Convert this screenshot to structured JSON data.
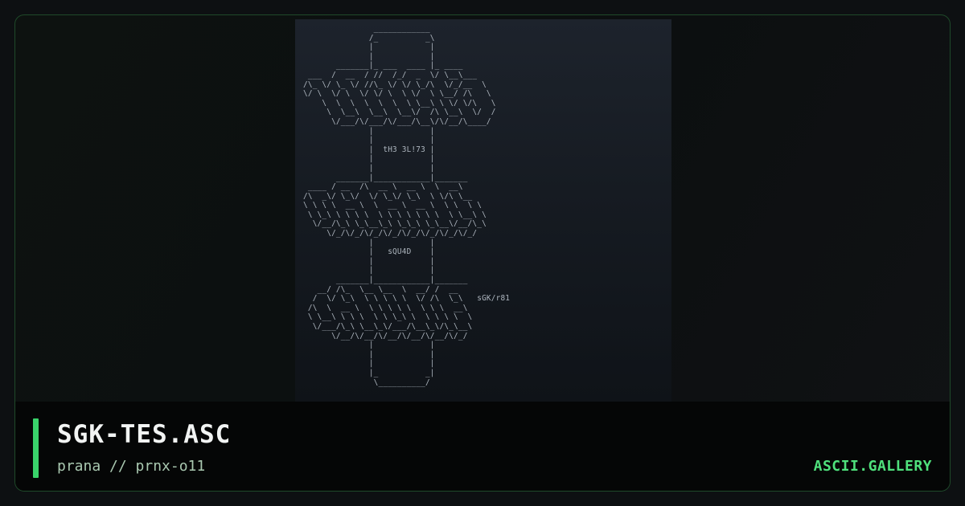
{
  "artwork": {
    "filename": "SGK-TES.ASC",
    "byline": "prana // prnx-o11",
    "ascii_lines": [
      "               ____________",
      "              /_          _\\",
      "              |            |",
      "              |            |",
      "       _______|_ ___  ____ |_ ____",
      " ___  /  __  / //  /_/  _  \\/ \\__\\___",
      "/\\_ \\/ \\_ \\/ //\\_ \\/ \\/ \\_/\\  \\/_/__  \\",
      "\\/ \\  \\/ \\  \\/ \\/ \\  \\ \\/  \\ \\__/ /\\   \\",
      "    \\  \\  \\  \\  \\  \\  \\ \\__\\ \\ \\/ \\/\\   \\",
      "     \\  \\__\\  \\__\\  \\__\\/  /\\ \\__\\  \\/  /",
      "      \\/___/\\/___/\\/___/\\__\\/\\/__/\\____/",
      "              |            |",
      "              |            |",
      "              |  tH3 3L!73 |",
      "              |            |",
      "              |            |",
      "       _______|____________|_______",
      " ____ / __  /\\  __ \\  __ \\  \\  __\\",
      "/\\  _\\/ \\_\\/  \\/ \\_\\/ \\_\\  \\ \\/\\ \\__",
      "\\ \\ \\ \\  __ \\  \\  __ \\  __ \\  \\ \\  \\ \\",
      " \\ \\_\\ \\ \\ \\ \\  \\ \\ \\ \\ \\ \\ \\  \\ \\__\\ \\",
      "  \\/__/\\_\\ \\_\\__\\_\\ \\_\\_\\ \\_\\__\\/__/\\_\\",
      "     \\/_/\\/_/\\/_/\\/_/\\/_/\\/_/\\/_/\\/_/",
      "              |            |",
      "              |   sQU4D    |",
      "              |            |",
      "              |            |",
      "       _______|____________|_______",
      "   __/ /\\_  \\__ \\__  \\  __/ /  __",
      "  /  \\/ \\_\\  \\ \\ \\ \\ \\  \\/ /\\  \\_\\   sGK/r81",
      " /\\  \\  __ \\  \\ \\ \\ \\ \\  \\ \\ \\  __\\",
      " \\ \\__\\ \\ \\ \\  \\ \\ \\_\\ \\  \\ \\ \\ \\  \\",
      "  \\/___/\\_\\ \\__\\_\\/___/\\__\\_\\/\\_\\__\\",
      "      \\/__/\\/__/\\/__/\\/__/\\/__/\\/_/",
      "              |            |",
      "              |            |",
      "              |            |",
      "              |_          _|",
      "               \\__________/"
    ]
  },
  "site": {
    "brand": "ASCII.GALLERY"
  },
  "colors": {
    "accent": "#39d36a",
    "brand": "#4fe07c",
    "frame_border": "#1f4a2a"
  }
}
